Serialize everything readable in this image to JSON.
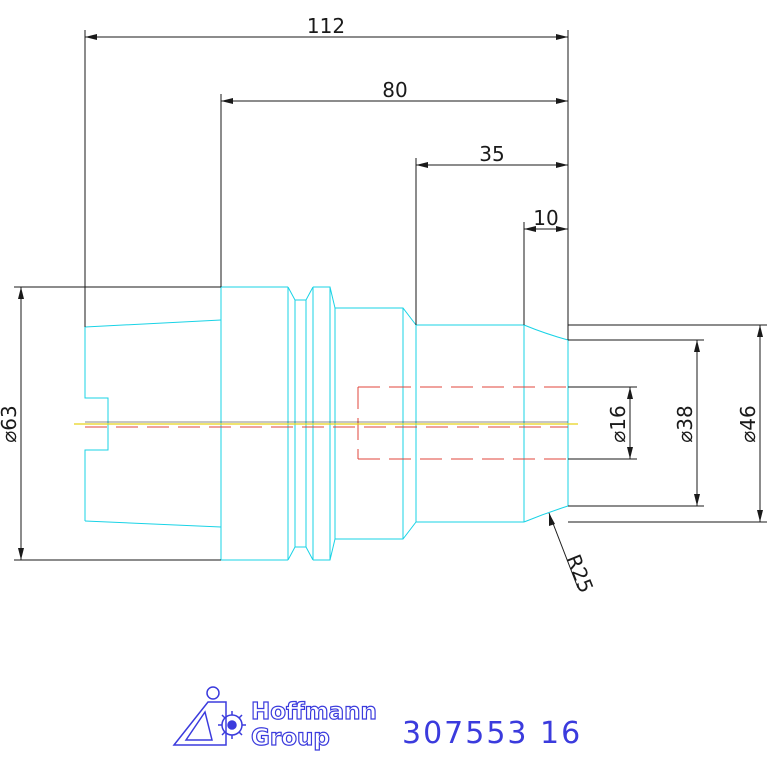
{
  "colors": {
    "outline": "#19d3e6",
    "dimension": "#1a1a1a",
    "centerline": "#e8d21a",
    "hidden": "#e0443b",
    "brand": "#3b3bdd"
  },
  "dimensions": {
    "length_112": "112",
    "length_80": "80",
    "length_35": "35",
    "length_10": "10",
    "dia_63": "⌀63",
    "dia_16": "⌀16",
    "dia_38": "⌀38",
    "dia_46": "⌀46",
    "radius_25": "R25"
  },
  "logo": {
    "line1": "Hoffmann",
    "line2": "Group"
  },
  "part_number": "307553 16"
}
